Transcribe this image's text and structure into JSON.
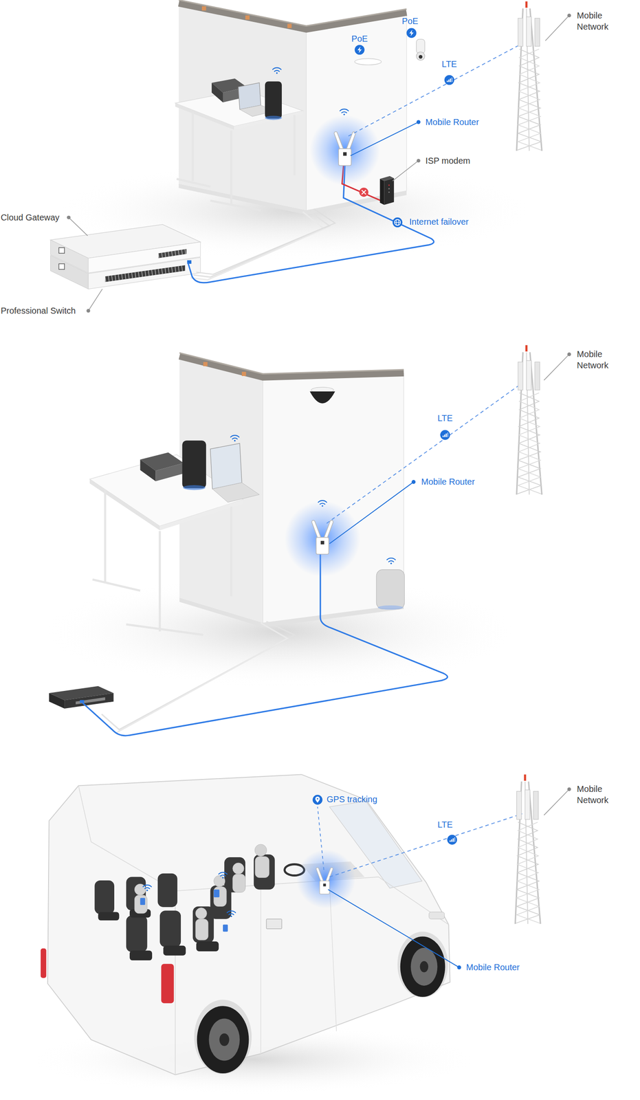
{
  "diagram": {
    "labels": [
      "Mobile Network",
      "PoE",
      "PoE",
      "LTE",
      "Mobile Router",
      "ISP modem",
      "Cloud Gateway",
      "Internet failover",
      "Professional Switch",
      "Mobile Network",
      "LTE",
      "Mobile Router",
      "Mobile Network",
      "GPS tracking",
      "LTE",
      "Mobile Router"
    ]
  }
}
